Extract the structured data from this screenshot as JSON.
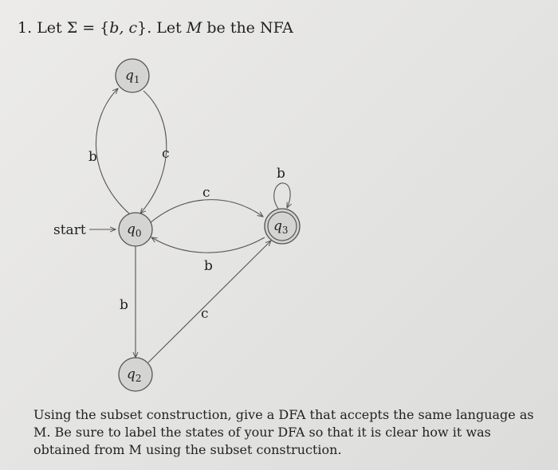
{
  "problem": {
    "number": "1.",
    "statement_prefix": "Let Σ = {",
    "alphabet": "b, c",
    "statement_mid": "}. Let ",
    "machine": "M",
    "statement_suffix": " be the NFA"
  },
  "diagram": {
    "start_label": "start",
    "states": [
      {
        "id": "q0",
        "label": "q0"
      },
      {
        "id": "q1",
        "label": "q1"
      },
      {
        "id": "q2",
        "label": "q2"
      },
      {
        "id": "q3",
        "label": "q3",
        "accepting": true
      }
    ],
    "transitions": [
      {
        "from": "q0",
        "to": "q1",
        "symbol": "b"
      },
      {
        "from": "q1",
        "to": "q0",
        "symbol": "c"
      },
      {
        "from": "q0",
        "to": "q3",
        "symbol": "c"
      },
      {
        "from": "q3",
        "to": "q0",
        "symbol": "b"
      },
      {
        "from": "q3",
        "to": "q3",
        "symbol": "b"
      },
      {
        "from": "q0",
        "to": "q2",
        "symbol": "b"
      },
      {
        "from": "q2",
        "to": "q3",
        "symbol": "c"
      }
    ]
  },
  "instructions": "Using the subset construction, give a DFA that accepts the same language as M. Be sure to label the states of your DFA so that it is clear how it was obtained from M using the subset construction."
}
